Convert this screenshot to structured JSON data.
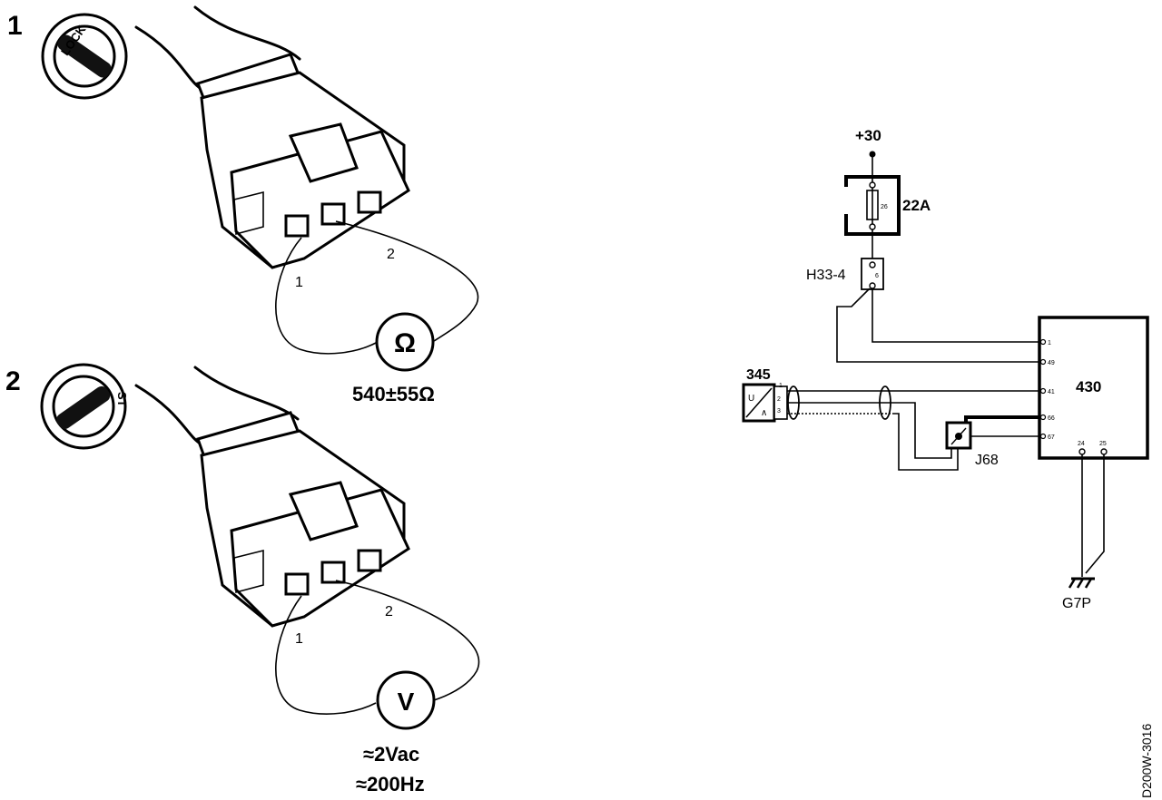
{
  "left": {
    "step1": {
      "number": "1",
      "key_position": "LOCK",
      "pin1": "1",
      "pin2": "2",
      "meter_symbol": "Ω",
      "reading": "540±55Ω"
    },
    "step2": {
      "number": "2",
      "key_position": "ST",
      "pin1": "1",
      "pin2": "2",
      "meter_symbol": "V",
      "reading_line1": "≈2Vac",
      "reading_line2": "≈200Hz"
    }
  },
  "schematic": {
    "supply": "+30",
    "fuse_box": "22A",
    "fuse_number": "26",
    "connector": "H33-4",
    "connector_pin": "6",
    "sensor": "345",
    "sensor_pin_a": "1",
    "sensor_pin_b": "2",
    "sensor_pin_c": "3",
    "ecu": "430",
    "ecu_pins": [
      "1",
      "49",
      "41",
      "66",
      "67"
    ],
    "ecu_bottom_pins": [
      "24",
      "25"
    ],
    "junction": "J68",
    "ground": "G7P"
  },
  "figure_code": "D200W-3016"
}
